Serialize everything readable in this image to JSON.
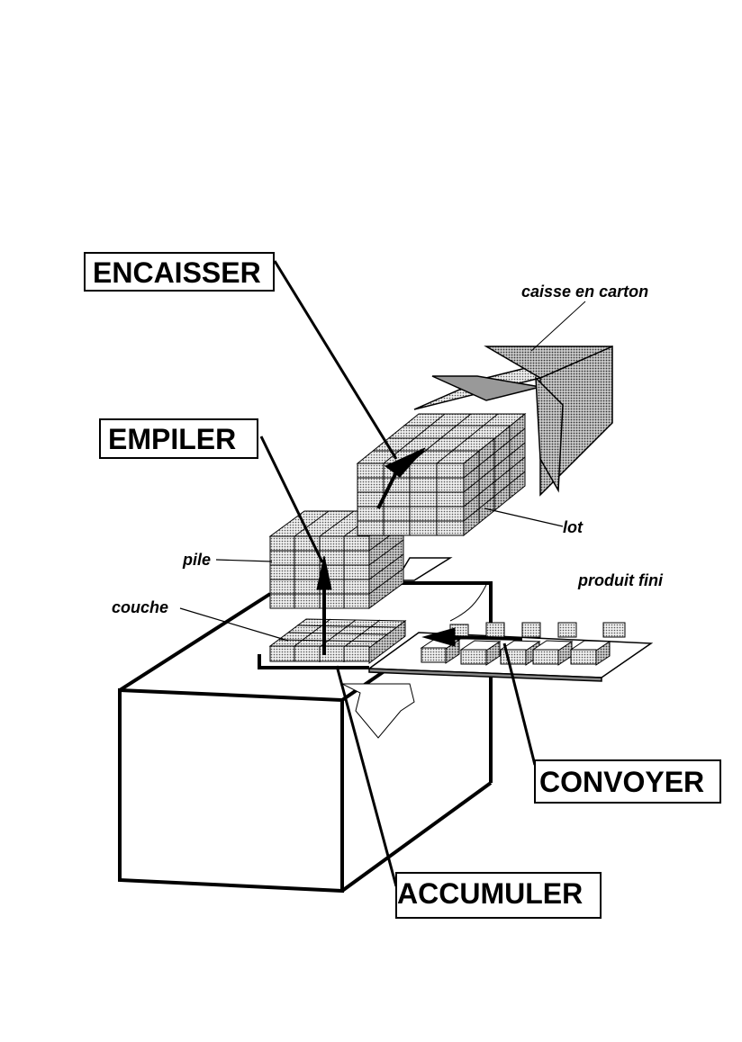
{
  "labels": {
    "encaisser": "ENCAISSER",
    "empiler": "EMPILER",
    "convoyer": "CONVOYER",
    "accumuler": "ACCUMULER",
    "caisse_en_carton": "caisse en carton",
    "lot": "lot",
    "pile": "pile",
    "couche": "couche",
    "produit_fini": "produit fini"
  }
}
